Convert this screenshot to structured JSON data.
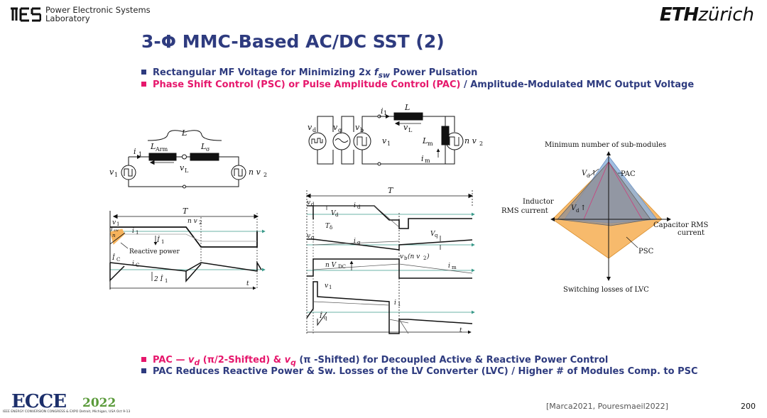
{
  "header": {
    "lab_name_line1": "Power Electronic Systems",
    "lab_name_line2": "Laboratory",
    "eth_bold": "ETH",
    "eth_italic": "zürich"
  },
  "slide": {
    "title": "3-Φ MMC-Based AC/DC SST (2)",
    "bullets_top": [
      {
        "a": "Rectangular MF Voltage for Minimizing 2x ",
        "b": "f",
        "c": "sw",
        "d": " Power Pulsation"
      },
      {
        "pink": "Phase Shift Control  (PSC) or Pulse Amplitude Control (PAC)",
        "blue": " / Amplitude-Modulated MMC Output Voltage"
      }
    ],
    "bullets_bottom": [
      {
        "a": "PAC — ",
        "b": "v",
        "c": "d",
        "d": " (π/2-Shifted) & ",
        "e": "v",
        "f": "q",
        "g": " (π -Shifted) for Decoupled Active & Reactive Power Control"
      },
      {
        "text": "PAC Reduces Reactive Power & Sw. Losses of the LV Converter (LVC) / Higher # of Modules Comp. to PSC"
      }
    ]
  },
  "diagram_left_circuit": {
    "L": "L",
    "L_arm": "L",
    "L_arm_sub": "Arm",
    "L_sigma": "L",
    "L_sigma_sub": "σ",
    "i1": "i",
    "i1_sub": "1",
    "v1": "v",
    "v1_sub": "1",
    "vL": "v",
    "vL_sub": "L",
    "nv2": "n v",
    "nv2_sub": "2"
  },
  "diagram_left_waveform": {
    "T": "T",
    "v1": "v",
    "v1_sub": "1",
    "nv2": "n v",
    "nv2_sub": "2",
    "i1": "i",
    "i1_sub": "1",
    "I1_hat": "Î",
    "I1_hat_sub": "1",
    "Isw": "I",
    "Isw_sub": "sw",
    "n": "n",
    "reactive": "Reactive power",
    "IC_hat": "Î",
    "IC_hat_sub": "C",
    "iC": "i",
    "iC_sub": "C",
    "two_I1": "2 Î",
    "two_I1_sub": "1",
    "t": "t"
  },
  "diagram_center_circuit": {
    "vd": "v",
    "vd_sub": "d",
    "vq": "v",
    "vq_sub": "q",
    "vb": "v",
    "vb_sub": "b",
    "v1": "v",
    "v1_sub": "1",
    "i1": "i",
    "i1_sub": "1",
    "L": "L",
    "vL": "v",
    "vL_sub": "L",
    "Lm": "L",
    "Lm_sub": "m",
    "nv2": "n v",
    "nv2_sub": "2",
    "im": "i",
    "im_sub": "m"
  },
  "diagram_center_waveform": {
    "T": "T",
    "vd": "v",
    "vd_sub": "d",
    "Vd": "V",
    "Vd_sub": "d",
    "id": "i",
    "id_sub": "d",
    "Tdelta": "T",
    "Tdelta_sub": "δ",
    "vq": "v",
    "vq_sub": "q",
    "iq": "i",
    "iq_sub": "q",
    "Vq": "V",
    "Vq_sub": "q",
    "nVDC": "n V",
    "nVDC_sub": "DC",
    "vb": "v",
    "vb_sub": "b",
    "vb_tail": "(n v",
    "vb_tail_sub": "2",
    "vb_close": ")",
    "im": "i",
    "im_sub": "m",
    "v1": "v",
    "v1_sub": "1",
    "i1": "i",
    "i1_sub": "1",
    "Iq_hat": "Î",
    "Iq_hat_sub": "q",
    "t": "t"
  },
  "radar_chart": {
    "top": "Minimum number of sub-modules",
    "left1": "Inductor",
    "left2": "RMS current",
    "right1": "Capacitor RMS",
    "right2": "current",
    "bottom": "Switching losses of LVC",
    "pac": "PAC",
    "psc": "PSC",
    "vd_up": "V",
    "vd_up_sub": "d",
    "vd_up2": "V",
    "vd_up2_sub": "d",
    "arrow": "↑"
  },
  "footer": {
    "ecce_logo": "ECCE",
    "year": "2022",
    "ecce_sub": "IEEE ENERGY CONVERSION CONGRESS & EXPO  Detroit, Michigan, USA Oct 9-13",
    "citation": "[Marca2021, Pouresmaeil2022]",
    "page": "200"
  },
  "colors": {
    "title_blue": "#2e3b7f",
    "accent_pink": "#e6176c",
    "psc_orange": "#f6b35c",
    "pac_blue": "#8fb3dd",
    "pac_gray": "#8d8d95"
  }
}
